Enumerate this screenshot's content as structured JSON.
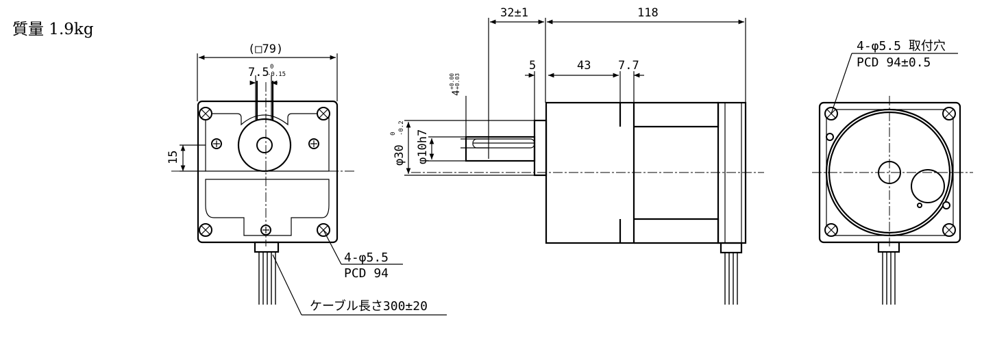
{
  "mass_label": "質量 1.9kg",
  "front_view": {
    "frame_size": "(□79)",
    "keyway_width": "7.5",
    "keyway_tol_upper": "0",
    "keyway_tol_lower": "-0.15",
    "key_height": "15",
    "holes_note": "4-φ5.5",
    "pcd_note": "PCD 94",
    "cable_note": "ケーブル長さ300±20"
  },
  "side_view": {
    "shaft_length": "32±1",
    "body_length": "118",
    "flange_step": "5",
    "dim_43": "43",
    "dim_7_7": "7.7",
    "key_width": "4",
    "key_tol_upper": "+0.00",
    "key_tol_lower": "+0.03",
    "pilot_diameter": "φ30",
    "pilot_tol_upper": "0",
    "pilot_tol_lower": "-0.2",
    "shaft_diameter": "φ10h7"
  },
  "rear_view": {
    "holes_note": "4-φ5.5 取付穴",
    "pcd_note": "PCD 94±0.5"
  }
}
